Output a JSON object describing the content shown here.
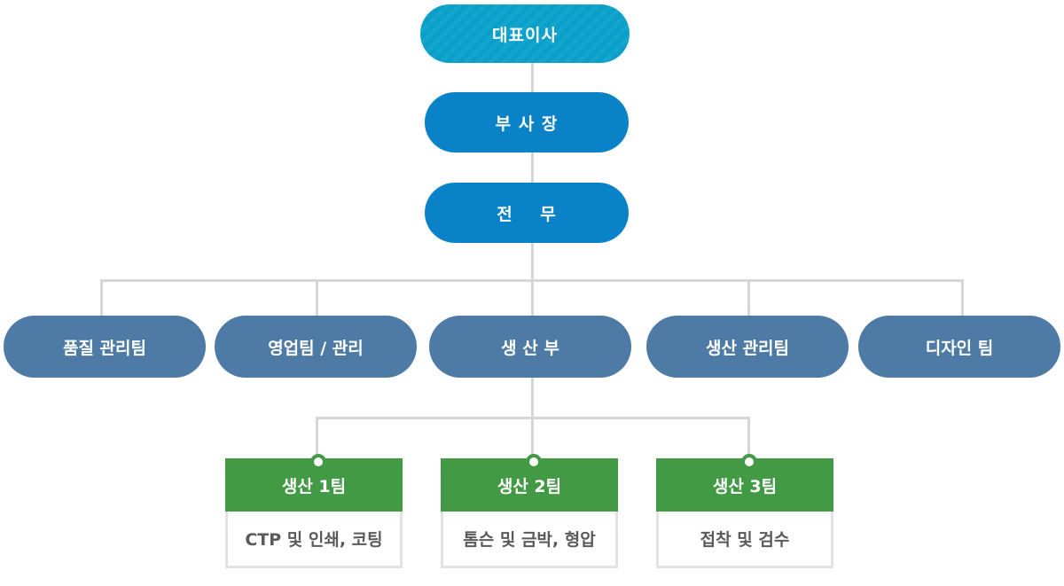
{
  "nodes": {
    "ceo": "대표이사",
    "vice_president": "부 사 장",
    "executive_director": "전    무"
  },
  "departments": [
    "품질 관리팀",
    "영업팀 / 관리",
    "생 산 부",
    "생산 관리팀",
    "디자인 팀"
  ],
  "teams": [
    {
      "name": "생산 1팀",
      "description": "CTP 및 인쇄, 코팅"
    },
    {
      "name": "생산 2팀",
      "description": "톰슨 및 금박, 형압"
    },
    {
      "name": "생산 3팀",
      "description": "접착 및 검수"
    }
  ],
  "colors": {
    "ceo": "#0fa3cc",
    "executive": "#0a82c8",
    "department": "#4e7ba5",
    "team": "#439a44",
    "connector": "#d6d6d6"
  }
}
